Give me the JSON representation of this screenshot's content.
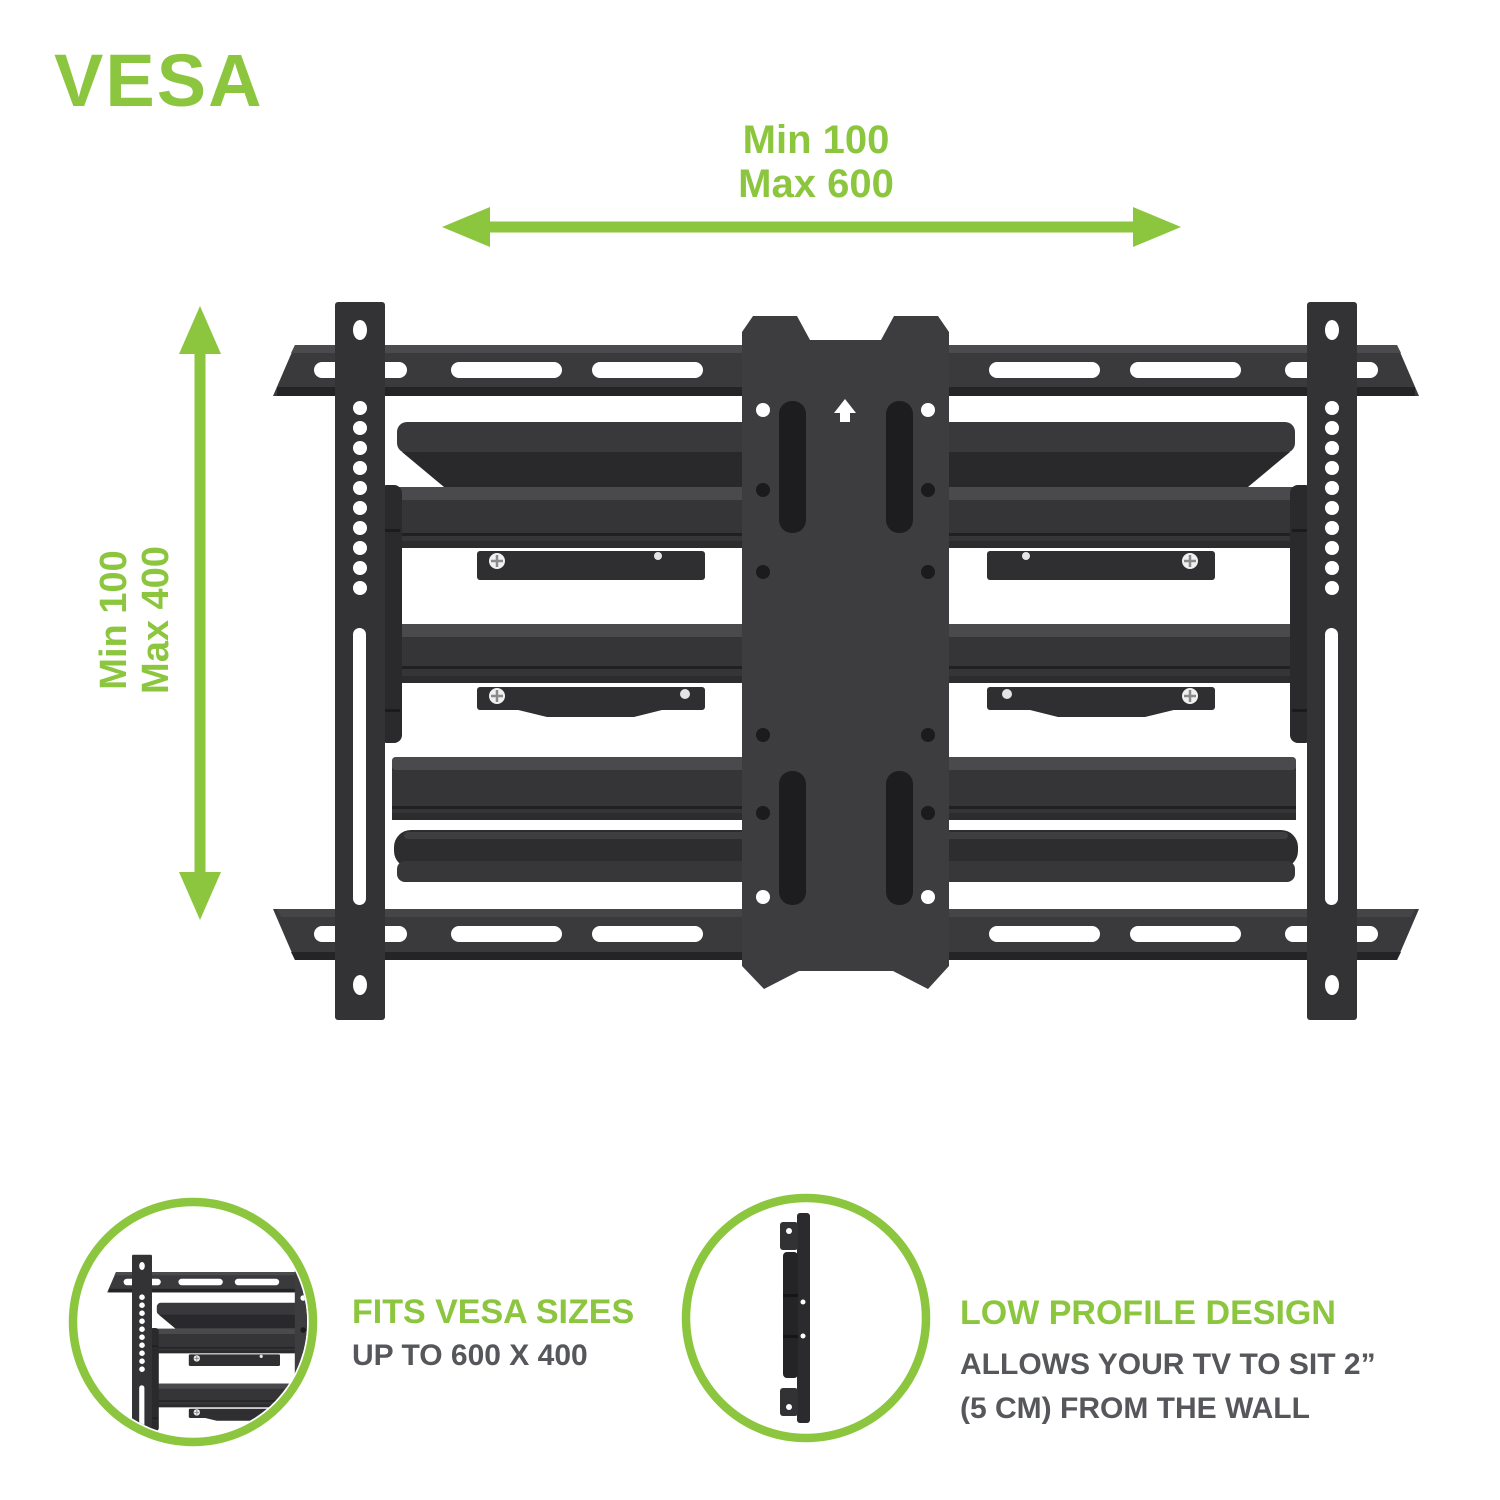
{
  "title": "VESA",
  "palette": {
    "accent_green": "#8CC63F",
    "text_gray": "#56575B",
    "mount_dark": "#39393C"
  },
  "dimensions": {
    "width_label": {
      "line1": "Min 100",
      "line2": "Max 600"
    },
    "height_label": {
      "line1": "Min 100",
      "line2": "Max 400"
    }
  },
  "callouts": {
    "vesa_size": {
      "heading": "FITS VESA SIZES",
      "line1": "UP TO 600 X 400"
    },
    "low_profile": {
      "heading": "LOW PROFILE DESIGN",
      "line1": "ALLOWS YOUR TV TO SIT 2”",
      "line2": "(5 CM) FROM THE WALL"
    }
  },
  "icons": {
    "width_arrow": "horizontal-double-arrow",
    "height_arrow": "vertical-double-arrow",
    "plate_arrow": "up-arrow",
    "detail_circles": "magnified-detail-circle"
  }
}
